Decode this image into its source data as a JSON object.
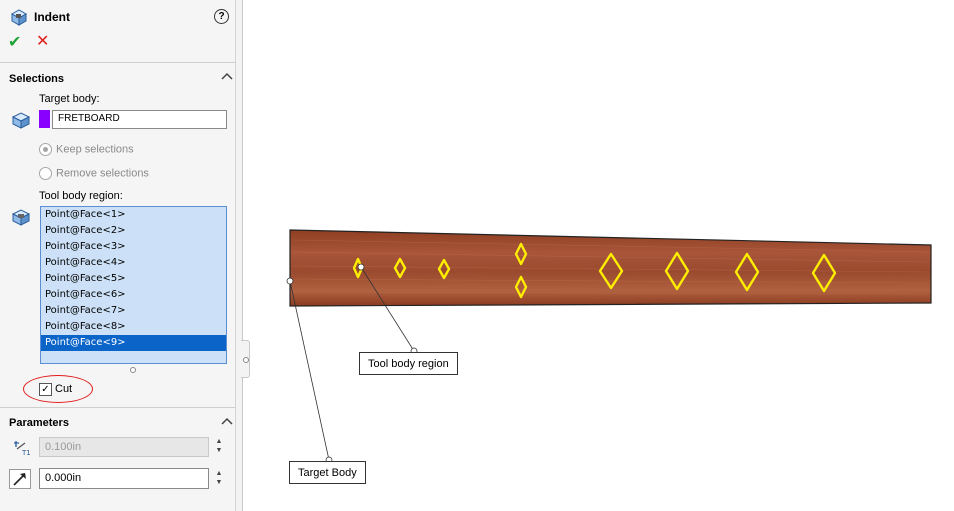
{
  "property_manager": {
    "title": "Indent",
    "help_icon_glyph": "?",
    "ok_glyph": "✔",
    "cancel_glyph": "✕",
    "selections": {
      "section_title": "Selections",
      "target_body_label": "Target body:",
      "target_body_value": "FRETBOARD",
      "target_body_color": "#8a00ff",
      "keep_selections_label": "Keep selections",
      "remove_selections_label": "Remove selections",
      "tool_body_region_label": "Tool body region:",
      "tool_body_regions": [
        "Point@Face<1>",
        "Point@Face<2>",
        "Point@Face<3>",
        "Point@Face<4>",
        "Point@Face<5>",
        "Point@Face<6>",
        "Point@Face<7>",
        "Point@Face<8>",
        "Point@Face<9>"
      ],
      "selected_region": "Point@Face<9>",
      "cut_label": "Cut",
      "cut_checked": true,
      "cut_check_glyph": "✓"
    },
    "parameters": {
      "section_title": "Parameters",
      "thickness_value": "0.100in",
      "clearance_value": "0.000in"
    }
  },
  "viewport": {
    "tool_body_callout": "Tool body region",
    "target_body_callout": "Target Body",
    "inlay_color": "#ffee00",
    "wood_color": "#9b4a2c"
  }
}
